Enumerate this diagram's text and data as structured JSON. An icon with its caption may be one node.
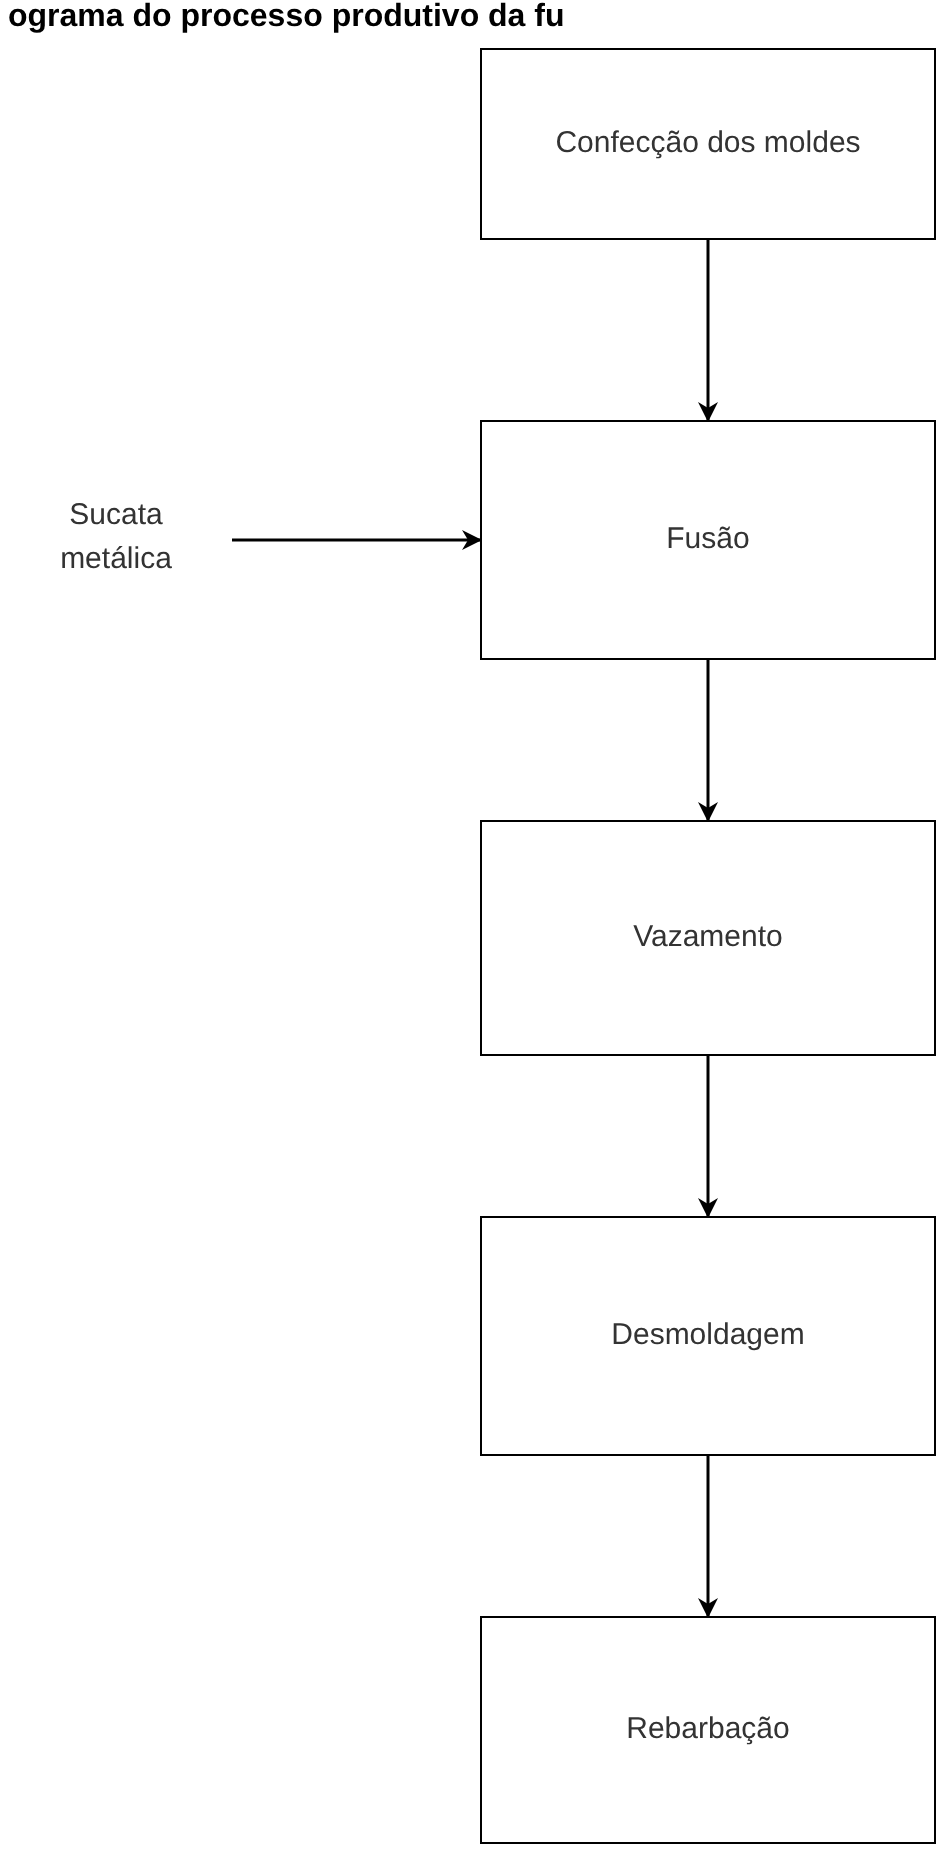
{
  "diagram": {
    "title": "ograma do processo produtivo da fu",
    "nodes": [
      {
        "text": [
          "Confecção dos moldes"
        ]
      },
      {
        "text": [
          "Sucata metálica"
        ]
      },
      {
        "text": [
          "Fusão"
        ]
      },
      {
        "text": [
          "Vazamento"
        ]
      },
      {
        "text": [
          "Desmoldagem"
        ]
      },
      {
        "text": [
          "Rebarbação"
        ]
      }
    ],
    "edges": [
      {
        "from": 0,
        "to": 2,
        "arrow": "to"
      },
      {
        "from": 1,
        "to": 2,
        "arrow": "to"
      },
      {
        "from": 2,
        "to": 3,
        "arrow": "to"
      },
      {
        "from": 3,
        "to": 4,
        "arrow": "to"
      },
      {
        "from": 4,
        "to": 5,
        "arrow": "to"
      }
    ]
  }
}
